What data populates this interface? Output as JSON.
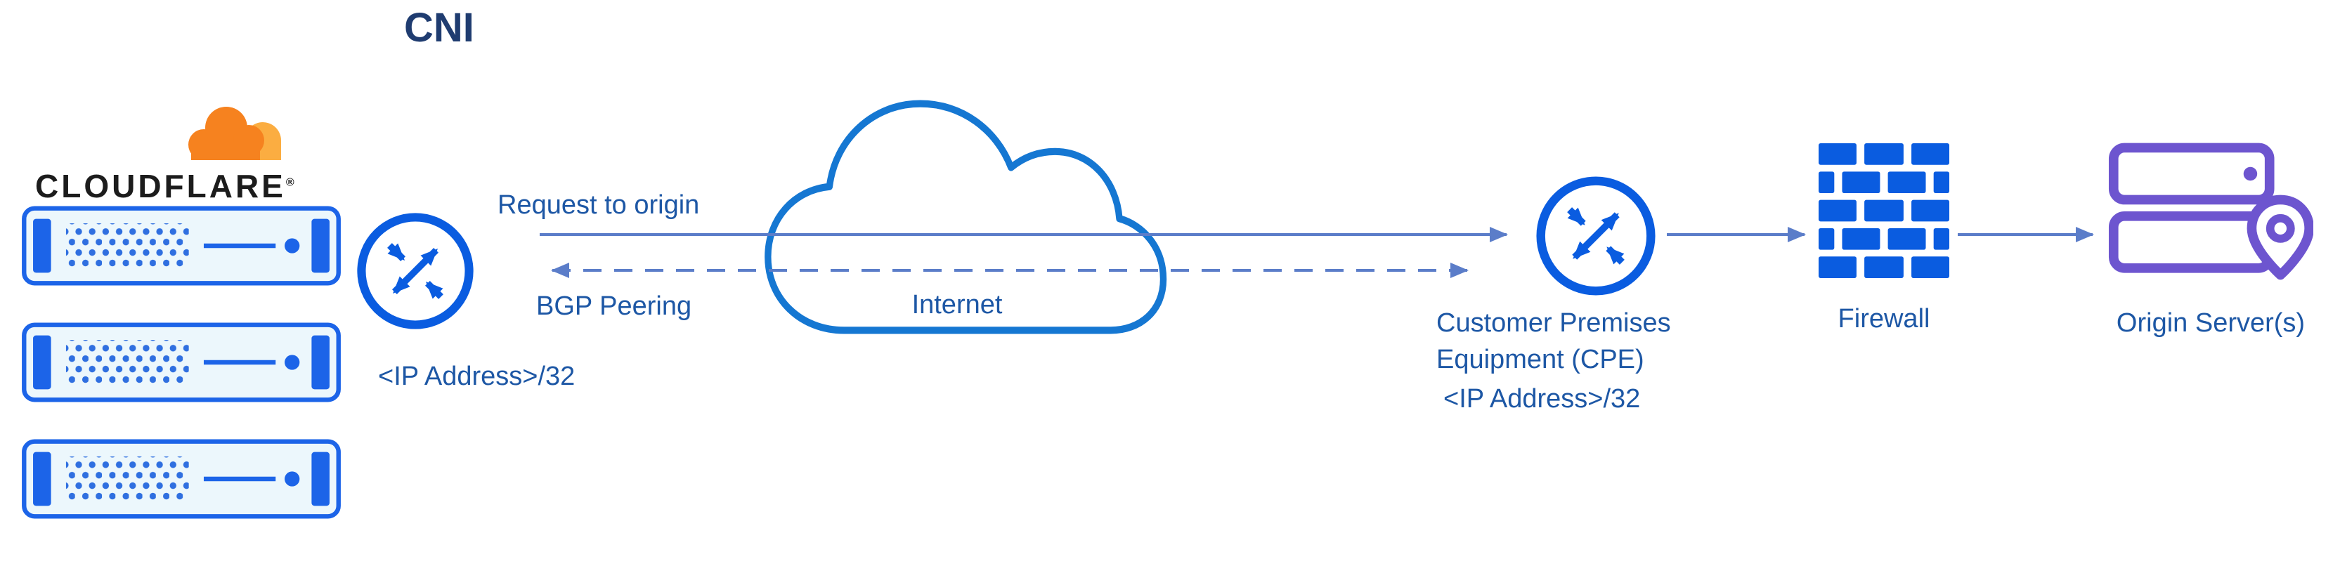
{
  "title": {
    "text": "CNI"
  },
  "cloudflare": {
    "brand": "CLOUDFLARE",
    "mark": "®"
  },
  "cni_router": {
    "ip_label": "<IP Address>/32"
  },
  "connections": {
    "request_to_origin": "Request to origin",
    "bgp_peering": "BGP Peering"
  },
  "internet": {
    "label": "Internet"
  },
  "cpe": {
    "name_line1": "Customer Premises",
    "name_line2": "Equipment (CPE)",
    "ip_label": "<IP Address>/32"
  },
  "firewall": {
    "label": "Firewall"
  },
  "origin": {
    "label": "Origin Server(s)"
  },
  "icons": {
    "cloudflare-logo-icon": "orange cloud",
    "server-rack-icon": "blue rack unit with dots",
    "router-icon": "circle with crossing arrows",
    "internet-cloud-icon": "outlined cloud",
    "firewall-icon": "blue brick wall",
    "origin-server-icon": "purple stacked servers with location pin"
  },
  "colors": {
    "icon_blue": "#0a5ce0",
    "arrow_blue": "#5b7dc9",
    "label_blue": "#1d57a5",
    "title_navy": "#1f3c70",
    "cloud_blue": "#1577d2",
    "server_border": "#1c64e8",
    "server_fill": "#ecf7fc",
    "server_dot": "#2f6fe0",
    "logo_orange": "#f6821f",
    "logo_light_orange": "#fbad41",
    "purple": "#6d55cf",
    "brand_black": "#1c1c1c"
  }
}
